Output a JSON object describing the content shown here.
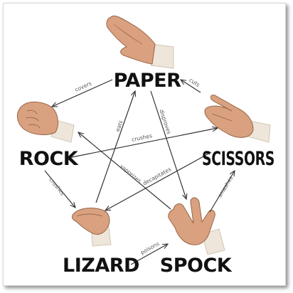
{
  "nodes": {
    "paper": "PAPER",
    "scissors": "SCISSORS",
    "spock": "SPOCK",
    "lizard": "LIZARD",
    "rock": "ROCK"
  },
  "edges": [
    {
      "from": "scissors",
      "to": "paper",
      "verb": "cuts"
    },
    {
      "from": "paper",
      "to": "rock",
      "verb": "covers"
    },
    {
      "from": "rock",
      "to": "lizard",
      "verb": "crushes"
    },
    {
      "from": "lizard",
      "to": "spock",
      "verb": "poisons"
    },
    {
      "from": "spock",
      "to": "scissors",
      "verb": "smashes"
    },
    {
      "from": "scissors",
      "to": "lizard",
      "verb": "decapitates"
    },
    {
      "from": "lizard",
      "to": "paper",
      "verb": "eats"
    },
    {
      "from": "paper",
      "to": "spock",
      "verb": "disproves"
    },
    {
      "from": "spock",
      "to": "rock",
      "verb": "vaporizes"
    },
    {
      "from": "rock",
      "to": "scissors",
      "verb": "crushes"
    }
  ],
  "icons": {
    "paper": "flat-hand-icon",
    "scissors": "two-fingers-hand-icon",
    "spock": "vulcan-salute-hand-icon",
    "lizard": "lizard-hand-icon",
    "rock": "fist-icon"
  }
}
